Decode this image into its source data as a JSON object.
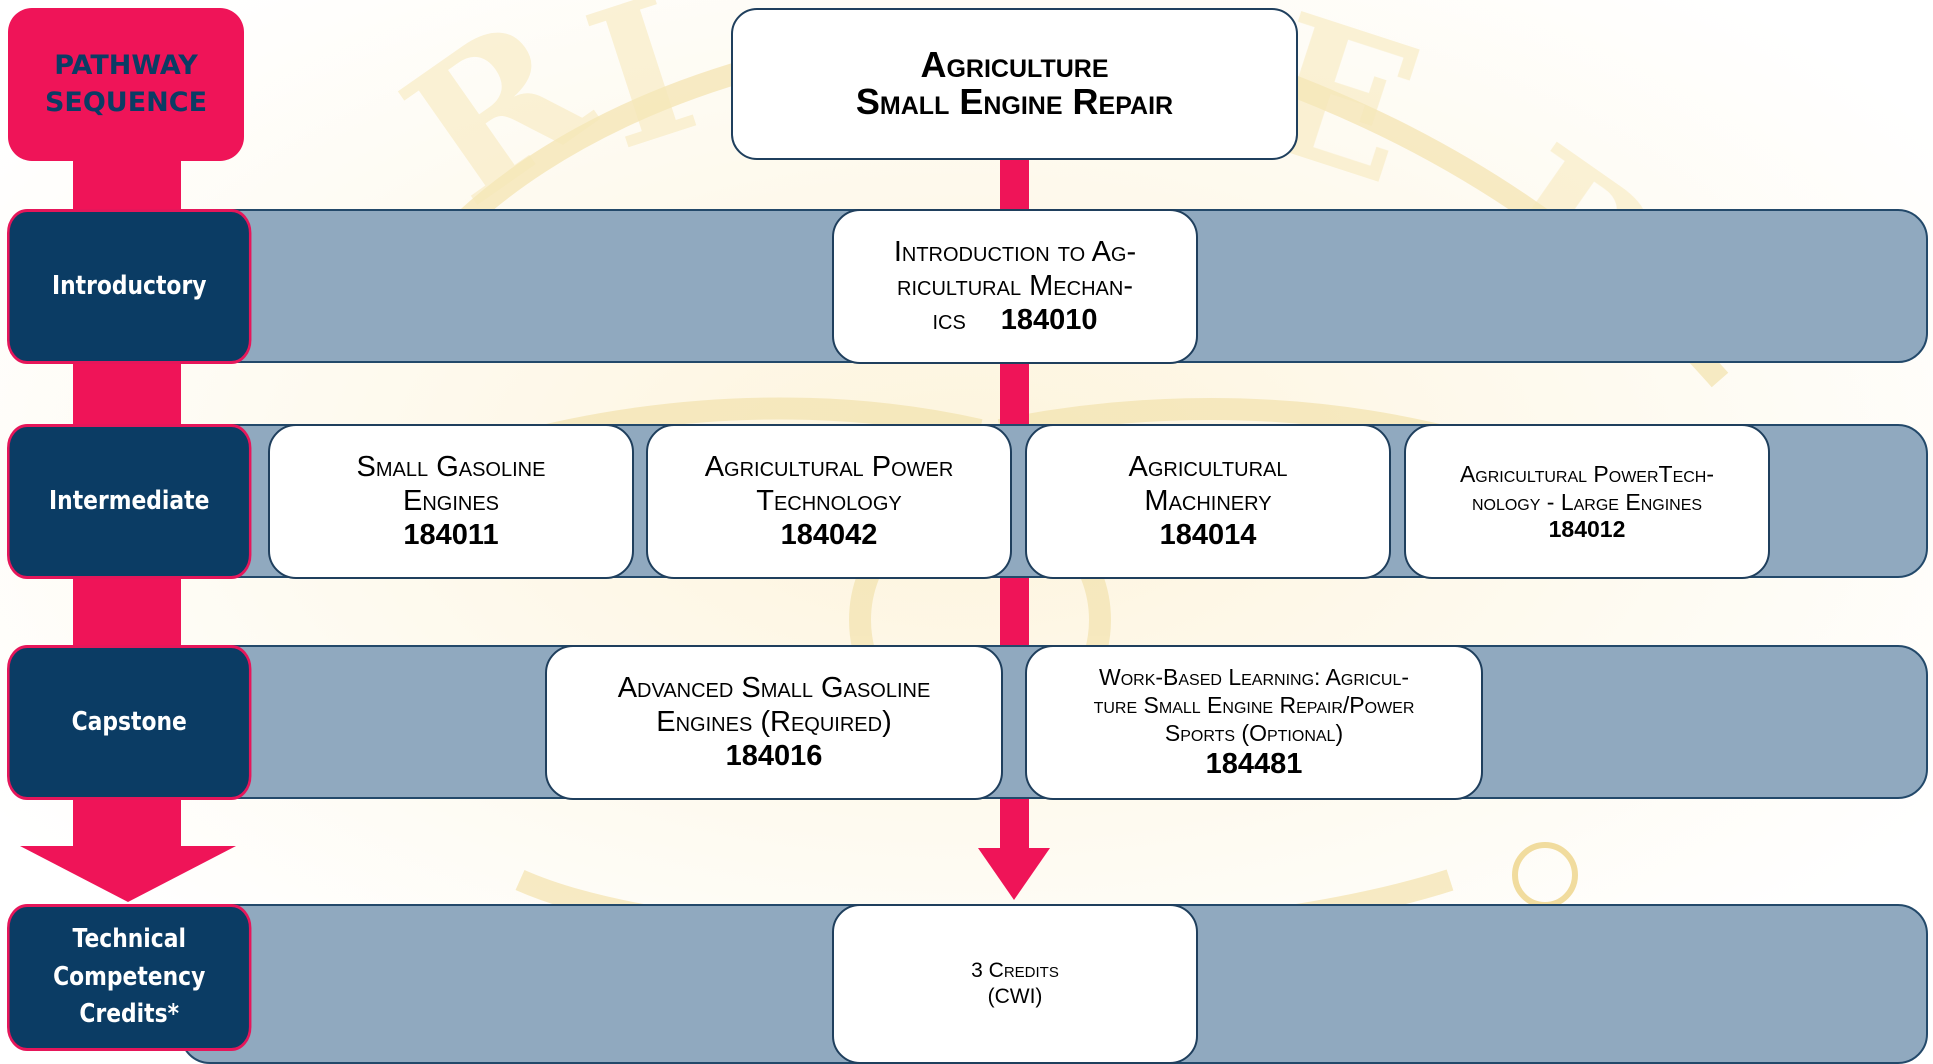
{
  "colors": {
    "accent": "#ef1458",
    "navy": "#0b3c64",
    "band": "#90a9bf",
    "card_border": "#1f3f5d"
  },
  "pathway_label": [
    "PATHWAY",
    "SEQUENCE"
  ],
  "title": [
    "Agriculture",
    "Small Engine Repair"
  ],
  "stages": {
    "introductory": "Introductory",
    "intermediate": "Intermediate",
    "capstone": "Capstone",
    "credits": [
      "Technical",
      "Competency",
      "Credits*"
    ]
  },
  "courses": {
    "intro": {
      "name": [
        "Introduction to Ag-",
        "ricultural Mechan-"
      ],
      "last": "ics",
      "code": "184010"
    },
    "small_gas": {
      "name": [
        "Small Gasoline",
        "Engines"
      ],
      "code": "184011"
    },
    "ag_power": {
      "name": [
        "Agricultural Power",
        "Technology"
      ],
      "code": "184042"
    },
    "ag_machinery": {
      "name": [
        "Agricultural",
        "Machinery"
      ],
      "code": "184014"
    },
    "ag_power_large": {
      "name": [
        "Agricultural PowerTech-",
        "nology - Large Engines"
      ],
      "code": "184012"
    },
    "adv_small_gas": {
      "name": [
        "Advanced Small Gasoline",
        "Engines (Required)"
      ],
      "code": "184016"
    },
    "wbl": {
      "name": [
        "Work-Based Learning: Agricul-",
        "ture Small Engine Repair/Power",
        "Sports (Optional)"
      ],
      "code": "184481"
    }
  },
  "credits": [
    "3 Credits",
    "(CWI)"
  ],
  "watermark": "RIVER"
}
